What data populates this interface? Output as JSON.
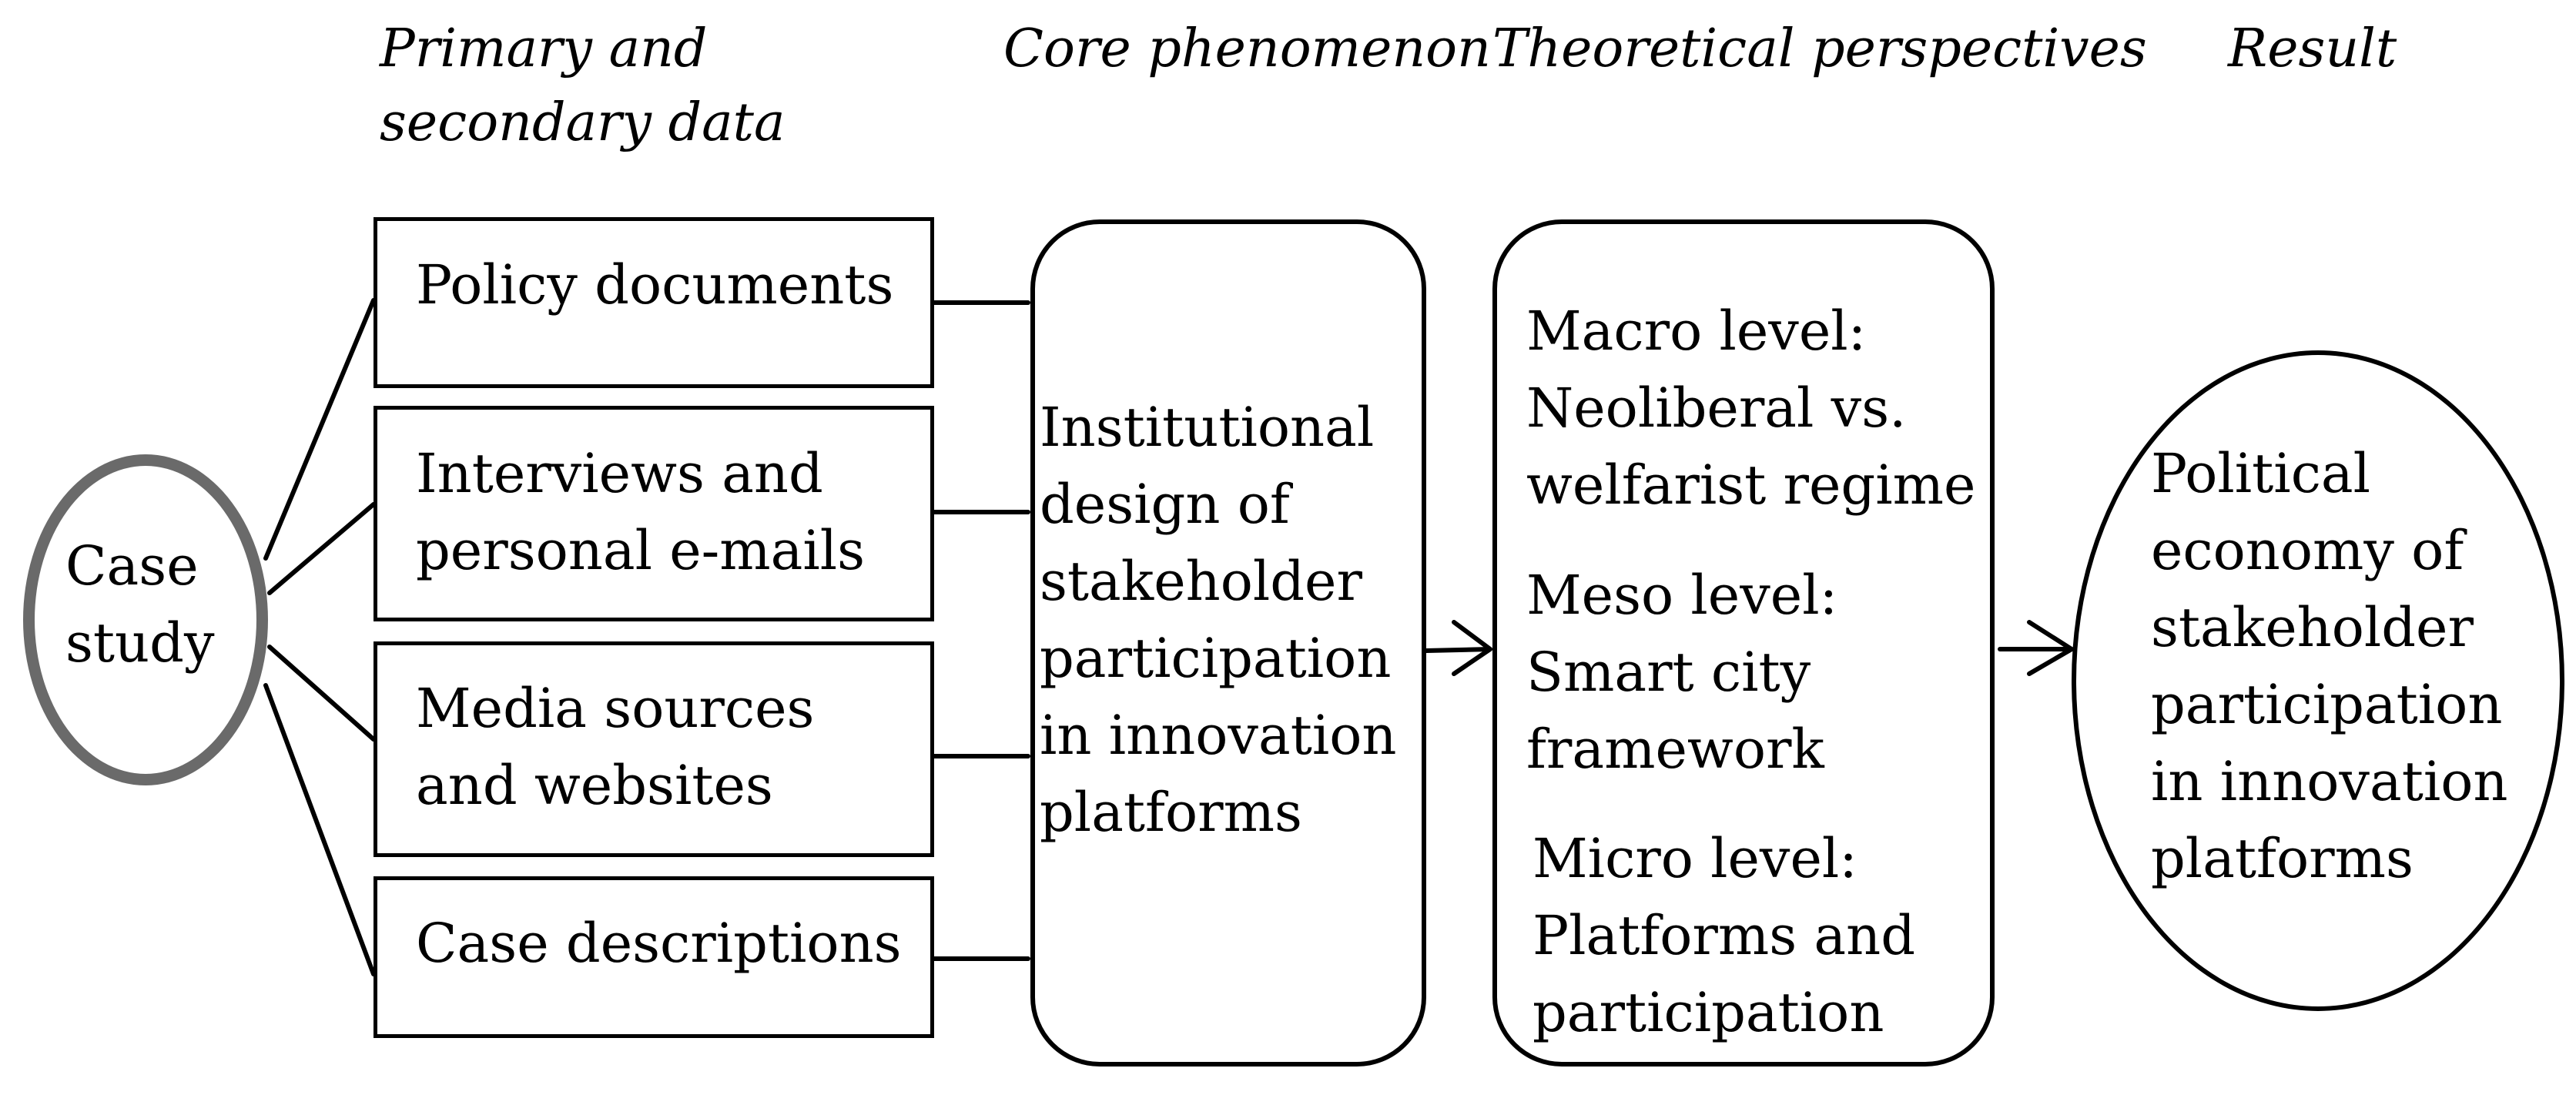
{
  "headers": {
    "data": "Primary and\nsecondary data",
    "core": "Core phenomenon",
    "theory": "Theoretical perspectives",
    "result": "Result"
  },
  "case_study": "Case\nstudy",
  "sources": [
    "Policy documents",
    "Interviews and\npersonal e-mails",
    "Media sources\nand websites",
    "Case descriptions"
  ],
  "core_phenomenon": "Institutional\ndesign of\nstakeholder\nparticipation\nin innovation\nplatforms",
  "perspectives": {
    "macro": "Macro level:\nNeoliberal vs.\nwelfarist regime",
    "meso": "Meso level:\nSmart city\nframework",
    "micro": "Micro level:\nPlatforms and\nparticipation"
  },
  "result": "Political\neconomy of\nstakeholder\nparticipation\nin innovation\nplatforms"
}
